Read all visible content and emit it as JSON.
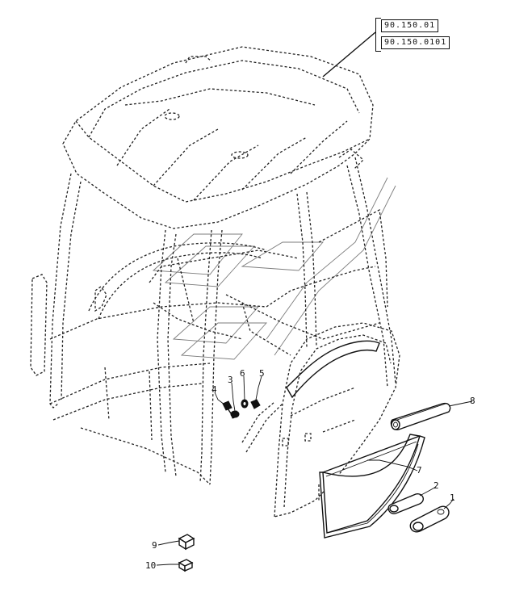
{
  "references": [
    "90.150.01",
    "90.150.0101"
  ],
  "callouts": {
    "c1": "1",
    "c2": "2",
    "c3": "3",
    "c4": "4",
    "c5": "5",
    "c6": "6",
    "c7": "7",
    "c8": "8",
    "c9": "9",
    "c10": "10"
  }
}
